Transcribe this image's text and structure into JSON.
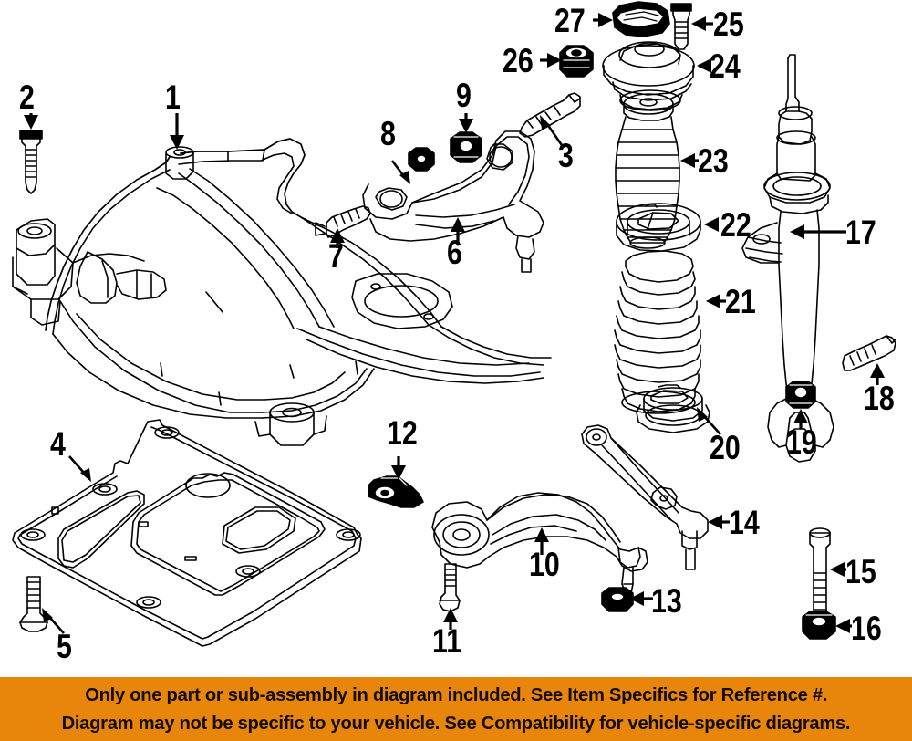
{
  "diagram": {
    "kind": "exploded-parts-diagram",
    "subject": "front suspension subframe, control arms, strut and coil spring assembly",
    "background_color": "#ffffff",
    "line_color": "#000000",
    "callout_font_color": "#000000",
    "callouts": [
      {
        "id": "1",
        "label": "1",
        "points_to": "subframe-mount-bolt-upper",
        "arrow": "down"
      },
      {
        "id": "2",
        "label": "2",
        "points_to": "subframe-bolt-long",
        "arrow": "down"
      },
      {
        "id": "3",
        "label": "3",
        "points_to": "upper-control-arm-bolt",
        "arrow": "up-right"
      },
      {
        "id": "4",
        "label": "4",
        "points_to": "engine-splash-shield",
        "arrow": "down-right"
      },
      {
        "id": "5",
        "label": "5",
        "points_to": "splash-shield-screw",
        "arrow": "up-right"
      },
      {
        "id": "6",
        "label": "6",
        "points_to": "upper-control-arm",
        "arrow": "up"
      },
      {
        "id": "7",
        "label": "7",
        "points_to": "subframe-small-bolt",
        "arrow": "up"
      },
      {
        "id": "8",
        "label": "8",
        "points_to": "upper-arm-nut-front",
        "arrow": "down-right"
      },
      {
        "id": "9",
        "label": "9",
        "points_to": "upper-arm-nut-rear",
        "arrow": "down"
      },
      {
        "id": "10",
        "label": "10",
        "points_to": "lower-control-arm",
        "arrow": "up"
      },
      {
        "id": "11",
        "label": "11",
        "points_to": "lower-arm-bolt",
        "arrow": "up"
      },
      {
        "id": "12",
        "label": "12",
        "points_to": "lower-arm-bracket",
        "arrow": "down"
      },
      {
        "id": "13",
        "label": "13",
        "points_to": "ball-joint-nut",
        "arrow": "left"
      },
      {
        "id": "14",
        "label": "14",
        "points_to": "tension-strut-rod",
        "arrow": "left"
      },
      {
        "id": "15",
        "label": "15",
        "points_to": "long-through-bolt",
        "arrow": "left"
      },
      {
        "id": "16",
        "label": "16",
        "points_to": "through-bolt-nut",
        "arrow": "left"
      },
      {
        "id": "17",
        "label": "17",
        "points_to": "strut-shock-absorber",
        "arrow": "left"
      },
      {
        "id": "18",
        "label": "18",
        "points_to": "strut-clamp-bolt",
        "arrow": "up"
      },
      {
        "id": "19",
        "label": "19",
        "points_to": "strut-clamp-nut",
        "arrow": "up"
      },
      {
        "id": "20",
        "label": "20",
        "points_to": "spring-seat-lower",
        "arrow": "up-left"
      },
      {
        "id": "21",
        "label": "21",
        "points_to": "coil-spring",
        "arrow": "left"
      },
      {
        "id": "22",
        "label": "22",
        "points_to": "spring-seat-upper",
        "arrow": "left"
      },
      {
        "id": "23",
        "label": "23",
        "points_to": "bump-stop-dust-boot",
        "arrow": "left"
      },
      {
        "id": "24",
        "label": "24",
        "points_to": "strut-upper-mount",
        "arrow": "left"
      },
      {
        "id": "25",
        "label": "25",
        "points_to": "strut-mount-bolt",
        "arrow": "left"
      },
      {
        "id": "26",
        "label": "26",
        "points_to": "strut-mount-nut",
        "arrow": "right"
      },
      {
        "id": "27",
        "label": "27",
        "points_to": "strut-rod-nut",
        "arrow": "right"
      }
    ]
  },
  "banner": {
    "background_color": "#e8860c",
    "text_color": "#140d06",
    "line1": "Only one part or sub-assembly in diagram included. See Item Specifics for Reference #.",
    "line2": "Diagram may not be specific to your vehicle. See Compatibility for vehicle-specific diagrams."
  }
}
